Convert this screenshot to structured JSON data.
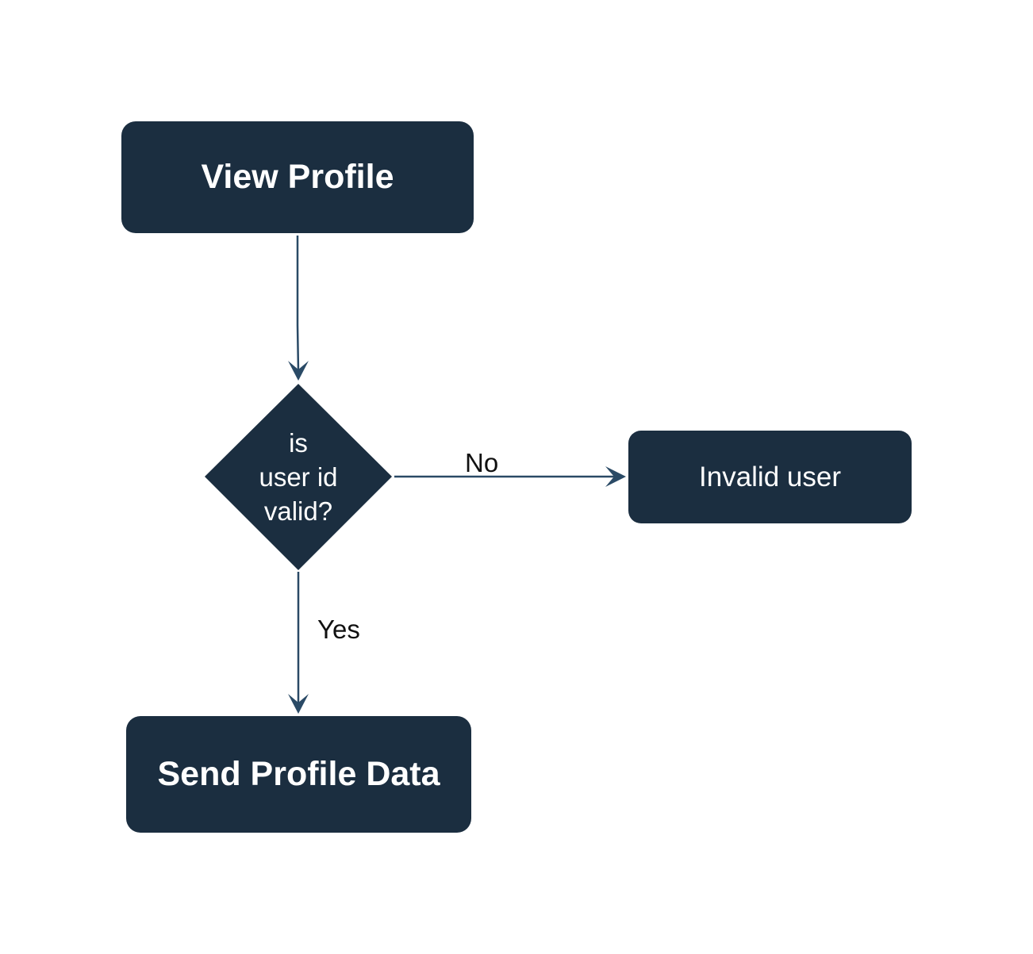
{
  "nodes": {
    "view_profile": "View Profile",
    "decision": {
      "lines": [
        "is",
        "user id",
        "valid?"
      ]
    },
    "invalid_user": "Invalid user",
    "send_profile_data": "Send Profile Data"
  },
  "edges": {
    "no_label": "No",
    "yes_label": "Yes"
  },
  "colors": {
    "node_fill": "#1b2e40",
    "edge_stroke": "#2a4a66",
    "node_text": "#ffffff",
    "label_text": "#111111"
  }
}
